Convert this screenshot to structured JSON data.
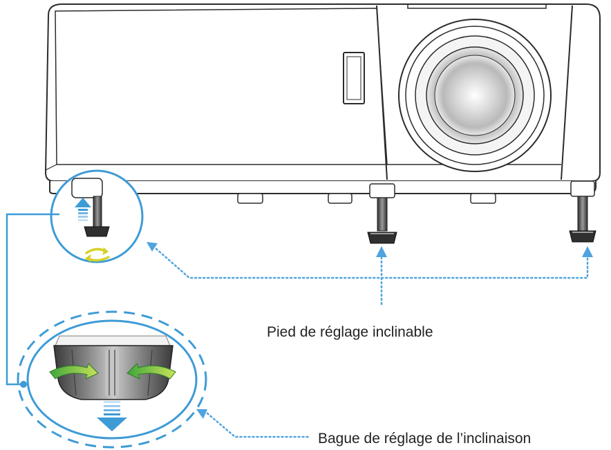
{
  "labels": {
    "tilt_foot": "Pied de réglage inclinable",
    "tilt_ring": "Bague de réglage de l’inclinaison"
  },
  "colors": {
    "callout_blue": "#3d9bd6",
    "up_arrow_blue": "#4fa3df",
    "rotate_arrow_green": "#6cc04a",
    "rotate_arrow_yellow": "#d6d22a",
    "outline": "#2b2b2b",
    "body_fill": "#ffffff"
  },
  "icons": [
    "projector",
    "lens",
    "tilt-foot",
    "up-arrow-icon",
    "down-arrow-icon",
    "rotate-arrow-icon"
  ]
}
